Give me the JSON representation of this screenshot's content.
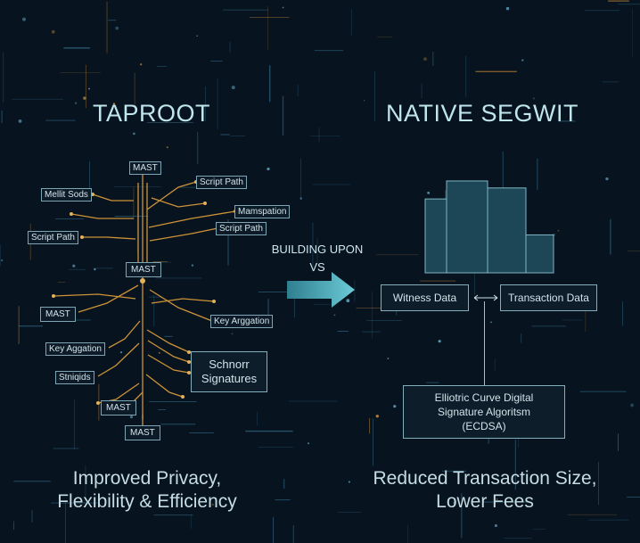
{
  "taproot": {
    "title": "TAPROOT",
    "nodes": {
      "mast_top": "MAST",
      "mellit_sods": "Mellit Sods",
      "script_path_right_1": "Script Path",
      "mamspation": "Mamspation",
      "script_path_left": "Script Path",
      "script_path_right_2": "Script Path",
      "mast_center": "MAST",
      "mast_left": "MAST",
      "key_arggation": "Key Arggation",
      "key_aggation": "Key Aggation",
      "stniqids": "Stniqids",
      "mast_bottom_1": "MAST",
      "mast_bottom_2": "MAST"
    },
    "schnorr": {
      "line1": "Schnorr",
      "line2": "Signatures"
    },
    "footer": {
      "line1": "Improved Privacy,",
      "line2": "Flexibility & Efficiency"
    }
  },
  "middle": {
    "line1": "BUILDING UPON",
    "line2": "VS"
  },
  "segwit": {
    "title": "NATIVE SEGWIT",
    "bars": [
      {
        "name": "bar-1",
        "level": 0.74
      },
      {
        "name": "bar-2",
        "level": 0.92
      },
      {
        "name": "bar-3",
        "level": 0.85
      },
      {
        "name": "bar-4",
        "level": 0.38
      }
    ],
    "witness_data": "Witness Data",
    "transaction_data": "Transaction Data",
    "ecdsa": {
      "line1": "Elliotric Curve Digital",
      "line2": "Signature Algoritsm",
      "line3": "(ECDSA)"
    },
    "footer": {
      "line1": "Reduced Transaction Size,",
      "line2": "Lower Fees"
    }
  },
  "colors": {
    "background": "#07131f",
    "circuit_orange": "#d89a3a",
    "box_border": "#84aebb",
    "arrow": "#5fb7c6",
    "bar_fill": "#1d4656"
  }
}
